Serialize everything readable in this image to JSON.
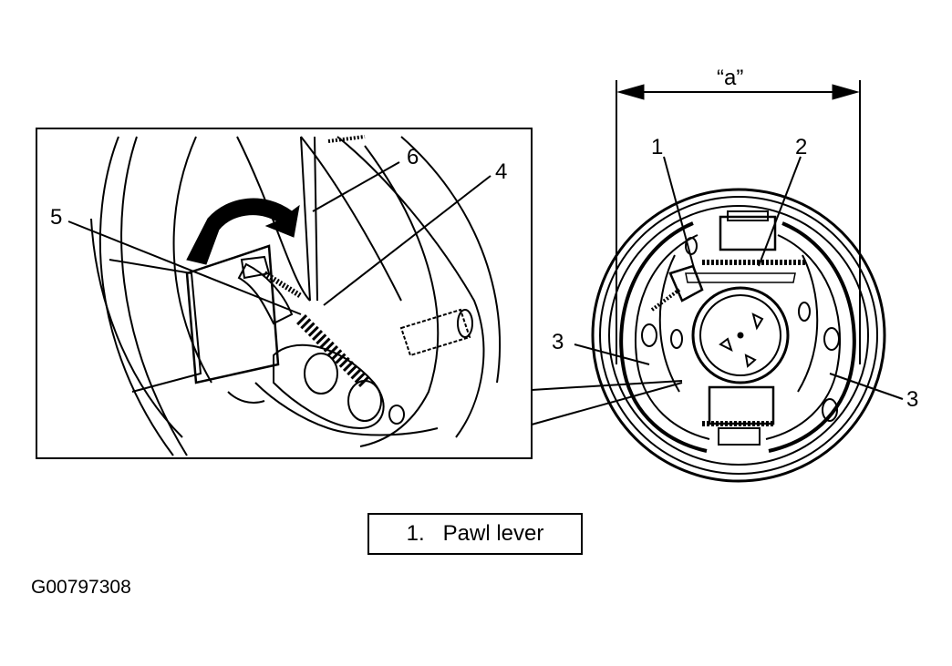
{
  "dimension": {
    "label": "“a”"
  },
  "callouts": {
    "detail": [
      "5",
      "6",
      "4"
    ],
    "main": [
      "1",
      "2",
      "3",
      "3"
    ]
  },
  "legend": {
    "items": [
      {
        "number": "1.",
        "label": "Pawl lever"
      }
    ]
  },
  "figure_id": "G00797308"
}
